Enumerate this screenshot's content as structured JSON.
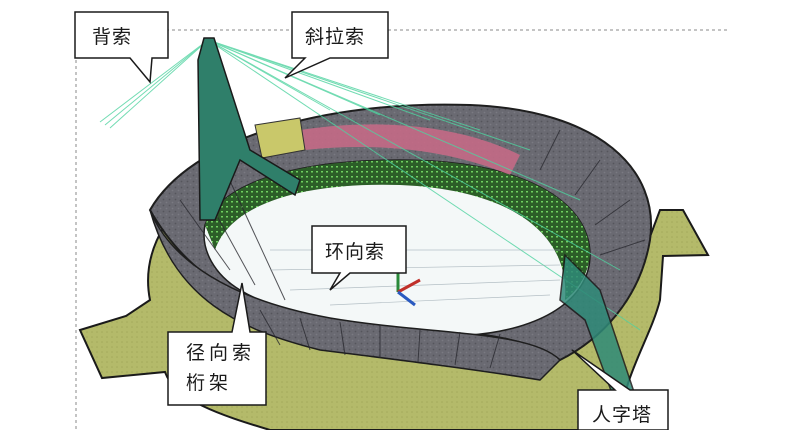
{
  "diagram": {
    "subject": "cable-stayed stadium roof structure",
    "colors": {
      "roof_grey": "#6b6b74",
      "roof_dark": "#4a4a52",
      "ground_olive": "#b3b96a",
      "tower_green": "#2f7f6a",
      "cable_green": "#4fd3a0",
      "seat_green": "#2f6b2a",
      "band_pink": "#c46a86",
      "band_yellow": "#c9c86a",
      "frame_dotted": "#aaaaaa"
    },
    "labels": {
      "back_cable": "背索",
      "stay_cable": "斜拉索",
      "ring_cable": "环向索",
      "radial_truss_line1": "径向索",
      "radial_truss_line2": "桁架",
      "a_tower": "人字塔"
    },
    "axis_gizmo": {
      "x_color": "#c0302a",
      "y_color": "#2a8a3a",
      "z_color": "#2a5ac0"
    }
  }
}
